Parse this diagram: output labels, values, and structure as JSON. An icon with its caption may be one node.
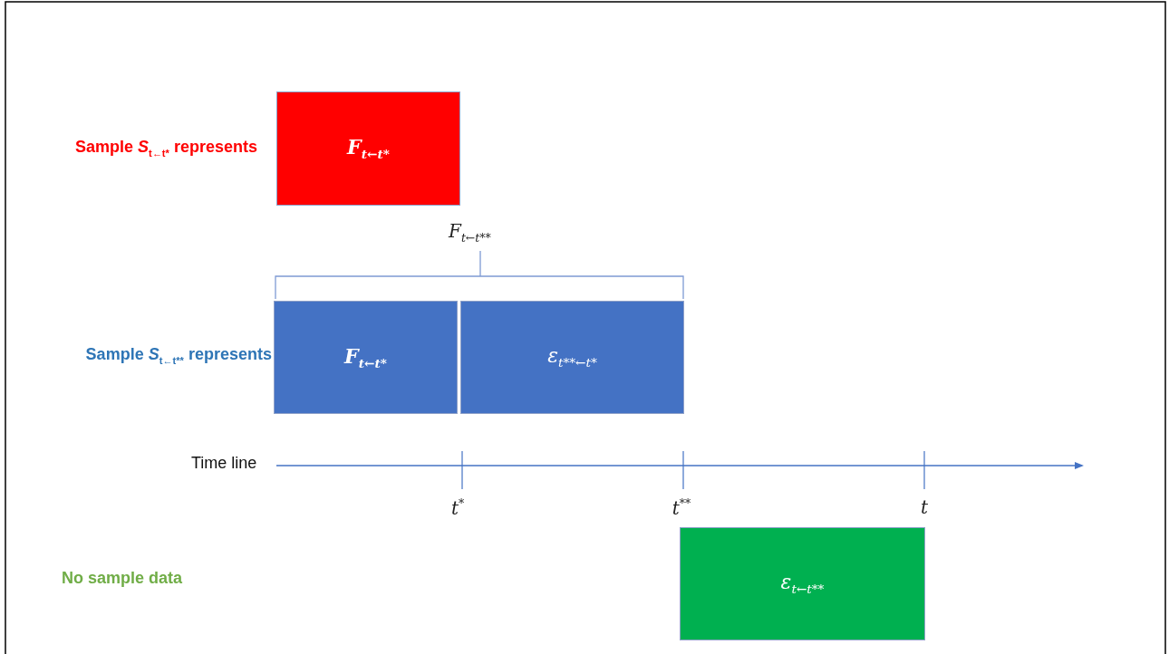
{
  "diagram": {
    "nodes": [
      {
        "text": [
          "F$_{t←t*}$"
        ]
      },
      {
        "text": [
          "F$_{t←t*}$"
        ]
      },
      {
        "text": [
          "ε$_{t**←t*}$"
        ]
      },
      {
        "text": [
          "ε$_{t←t**}$"
        ]
      }
    ],
    "edges": [],
    "labels": [
      "Sample *S*$_{t←t*}$ represents",
      "F$_{t←t**}$",
      "Sample *S*$_{t←t**}$ represents",
      "Time line",
      "t$^{*}$",
      "t$^{**}$",
      "t",
      "No sample data"
    ]
  }
}
